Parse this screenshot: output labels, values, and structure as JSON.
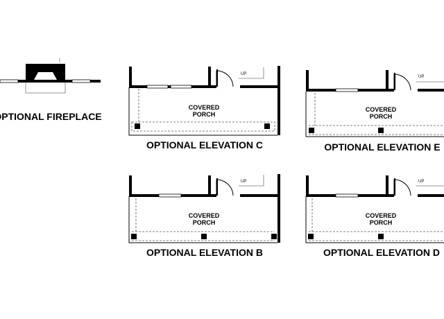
{
  "labels": {
    "fireplace": "OPTIONAL FIREPLACE",
    "elevation_c": "OPTIONAL ELEVATION C",
    "elevation_e": "OPTIONAL ELEVATION E",
    "elevation_b": "OPTIONAL ELEVATION B",
    "elevation_d": "OPTIONAL ELEVATION D"
  },
  "room": {
    "line1": "COVERED",
    "line2": "PORCH"
  },
  "stair": {
    "up": "UP"
  },
  "colors": {
    "ink": "#000000",
    "background": "#ffffff",
    "dashed": "#555555"
  }
}
